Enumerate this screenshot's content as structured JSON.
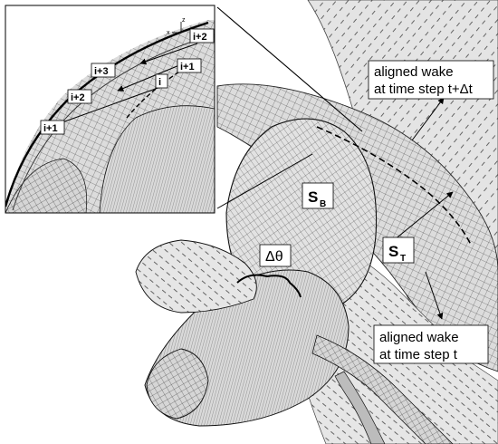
{
  "inset": {
    "axis_z": "z",
    "axis_x": "x",
    "index_labels": [
      "i+2",
      "i+1",
      "i+3",
      "i",
      "i+2",
      "i+1"
    ]
  },
  "main": {
    "label_wake_next": [
      "aligned wake",
      "at time step t+Δt"
    ],
    "label_wake_current": [
      "aligned wake",
      "at time step t"
    ],
    "label_sb_main": "S",
    "label_sb_sub": "B",
    "label_st_main": "S",
    "label_st_sub": "T",
    "label_dtheta": "Δθ"
  },
  "colors": {
    "surface": "#dedede",
    "surface_dark": "#c4c4c4",
    "mesh": "#2a2a2a",
    "background": "#ffffff"
  }
}
